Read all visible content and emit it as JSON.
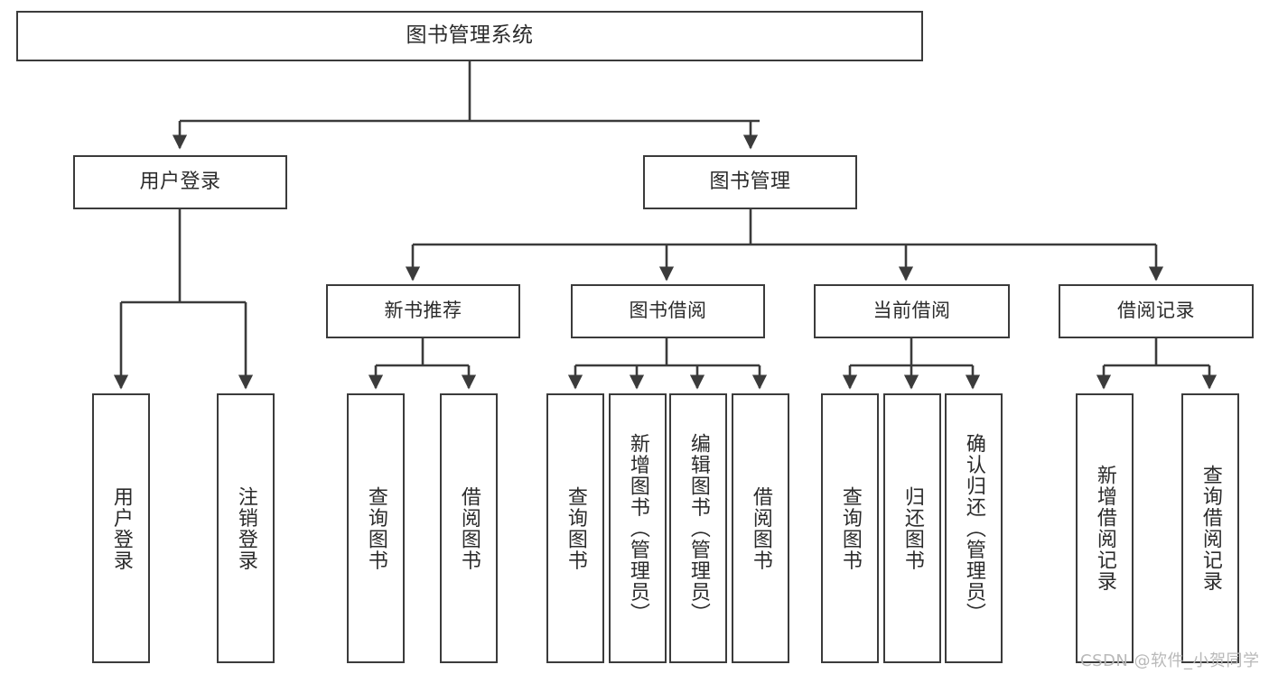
{
  "diagram": {
    "title": "图书管理系统",
    "type": "tree-hierarchy-chart",
    "orientation": "top-down",
    "colors": {
      "background": "#ffffff",
      "node_border": "#3b3b3b",
      "node_fill": "#ffffff",
      "text": "#2b2b2b",
      "edge": "#3b3b3b",
      "watermark": "#b9b9b9"
    }
  },
  "root": {
    "label": "图书管理系统"
  },
  "level2": [
    {
      "label": "用户登录"
    },
    {
      "label": "图书管理"
    }
  ],
  "level3": [
    {
      "label": "新书推荐"
    },
    {
      "label": "图书借阅"
    },
    {
      "label": "当前借阅"
    },
    {
      "label": "借阅记录"
    }
  ],
  "leaves": {
    "user_login": [
      {
        "label": "用户登录"
      },
      {
        "label": "注销登录"
      }
    ],
    "new_book_recommend": [
      {
        "label": "查询图书"
      },
      {
        "label": "借阅图书"
      }
    ],
    "book_borrow": [
      {
        "label": "查询图书"
      },
      {
        "label": "新增图书（管理员）"
      },
      {
        "label": "编辑图书（管理员）"
      },
      {
        "label": "借阅图书"
      }
    ],
    "current_borrow": [
      {
        "label": "查询图书"
      },
      {
        "label": "归还图书"
      },
      {
        "label": "确认归还（管理员）"
      }
    ],
    "borrow_record": [
      {
        "label": "新增借阅记录"
      },
      {
        "label": "查询借阅记录"
      }
    ]
  },
  "watermark": {
    "text": "CSDN @软件_小贺同学"
  }
}
